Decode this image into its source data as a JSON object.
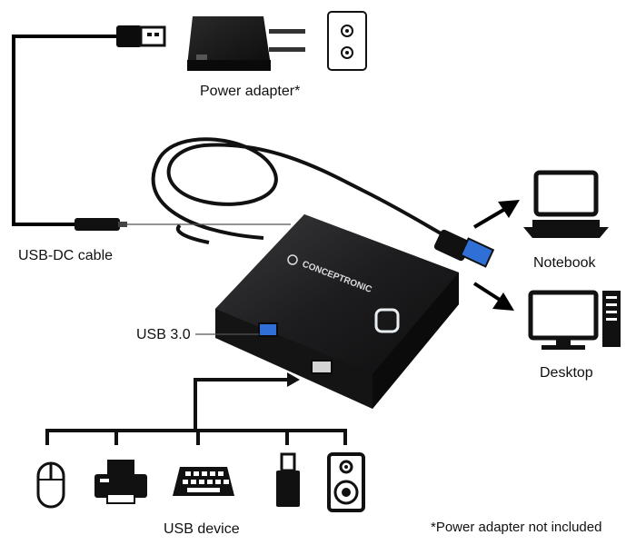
{
  "labels": {
    "power_adapter": "Power adapter*",
    "usb_dc_cable": "USB-DC cable",
    "usb_3_0": "USB 3.0",
    "notebook": "Notebook",
    "desktop": "Desktop",
    "usb_device": "USB device",
    "footnote": "*Power adapter not included"
  },
  "brand": {
    "name": "CONCEPTRONIC"
  },
  "colors": {
    "hub_body": "#1c1c1e",
    "usb3_port": "#2f6fd6",
    "led_ring": "#e9eef2",
    "line": "#000000"
  },
  "icons": {
    "connected_hosts": [
      "laptop-icon",
      "desktop-computer-icon"
    ],
    "usb_devices": [
      "mouse-icon",
      "printer-icon",
      "keyboard-icon",
      "usb-flash-drive-icon",
      "speaker-icon"
    ],
    "power": [
      "power-adapter-icon",
      "wall-socket-icon"
    ]
  }
}
